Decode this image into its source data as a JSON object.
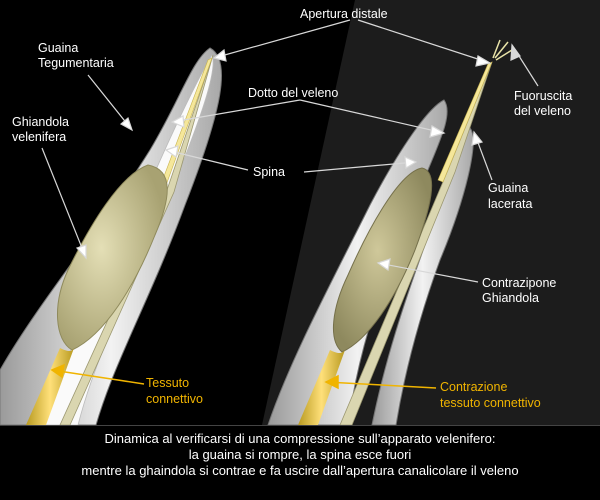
{
  "labels": {
    "apertura_distale": "Apertura distale",
    "guaina_tegumentaria_1": "Guaina",
    "guaina_tegumentaria_2": "Tegumentaria",
    "dotto_del_veleno": "Dotto del veleno",
    "ghiandola_velenifera_1": "Ghiandola",
    "ghiandola_velenifera_2": "velenifera",
    "spina": "Spina",
    "fuoruscita_1": "Fuoruscita",
    "fuoruscita_2": "del veleno",
    "guaina_lacerata_1": "Guaina",
    "guaina_lacerata_2": "lacerata",
    "contrazione_ghiandola_1": "Contrazipone",
    "contrazione_ghiandola_2": "Ghiandola",
    "tessuto_connettivo_1": "Tessuto",
    "tessuto_connettivo_2": "connettivo",
    "contrazione_tessuto_1": "Contrazione",
    "contrazione_tessuto_2": "tessuto connettivo"
  },
  "caption": {
    "line1": "Dinamica al verificarsi di una compressione sull’apparato velenifero:",
    "line2": "la guaina si rompre, la spina esce fuori",
    "line3": "mentre la ghaindola si contrae e fa uscire dall’apertura canalicolare il veleno"
  },
  "colors": {
    "text": "#ffffff",
    "highlight_text": "#f0b400",
    "gland": "#cfc99a",
    "sheath": "#e6e6e6",
    "background": "#000000"
  }
}
